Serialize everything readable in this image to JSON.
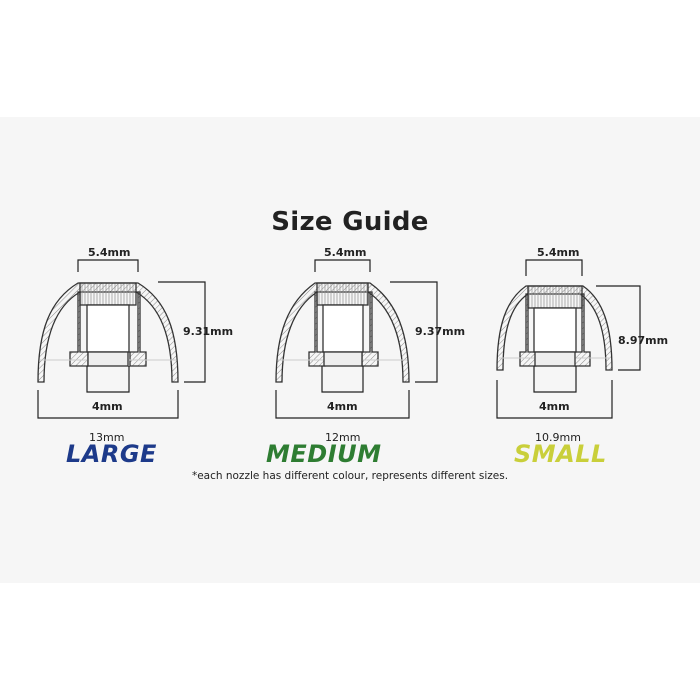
{
  "title": "Size Guide",
  "footnote": "*each nozzle has different colour,  represents different sizes.",
  "colors": {
    "large": "#1d3a8a",
    "medium": "#2e7d32",
    "small": "#c9cf3a",
    "line": "#333333",
    "hatch": "#777777",
    "panel": "#f6f6f6"
  },
  "sizes": [
    {
      "key": "large",
      "name": "LARGE",
      "top_width": "5.4mm",
      "height": "9.31mm",
      "nozzle_width": "4mm",
      "outer_width": "13mm"
    },
    {
      "key": "medium",
      "name": "MEDIUM",
      "top_width": "5.4mm",
      "height": "9.37mm",
      "nozzle_width": "4mm",
      "outer_width": "12mm"
    },
    {
      "key": "small",
      "name": "SMALL",
      "top_width": "5.4mm",
      "height": "8.97mm",
      "nozzle_width": "4mm",
      "outer_width": "10.9mm"
    }
  ]
}
